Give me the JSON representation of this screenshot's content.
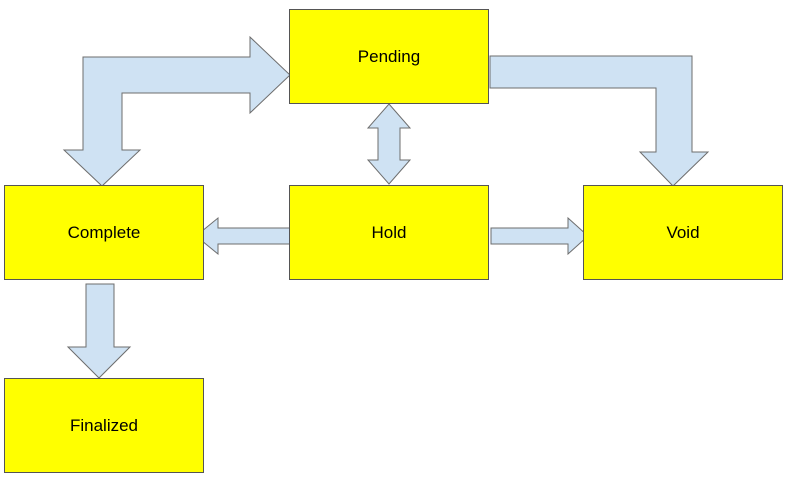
{
  "diagram": {
    "colors": {
      "node_fill": "#ffff00",
      "arrow_fill": "#cfe2f3",
      "outline": "#555555"
    },
    "states": {
      "pending": "Pending",
      "complete": "Complete",
      "hold": "Hold",
      "void": "Void",
      "finalized": "Finalized"
    },
    "transitions": [
      {
        "from": "Complete",
        "to": "Pending",
        "bidirectional": true
      },
      {
        "from": "Pending",
        "to": "Hold",
        "bidirectional": true
      },
      {
        "from": "Pending",
        "to": "Void",
        "bidirectional": false
      },
      {
        "from": "Hold",
        "to": "Complete",
        "bidirectional": false
      },
      {
        "from": "Hold",
        "to": "Void",
        "bidirectional": false
      },
      {
        "from": "Complete",
        "to": "Finalized",
        "bidirectional": false
      }
    ]
  }
}
